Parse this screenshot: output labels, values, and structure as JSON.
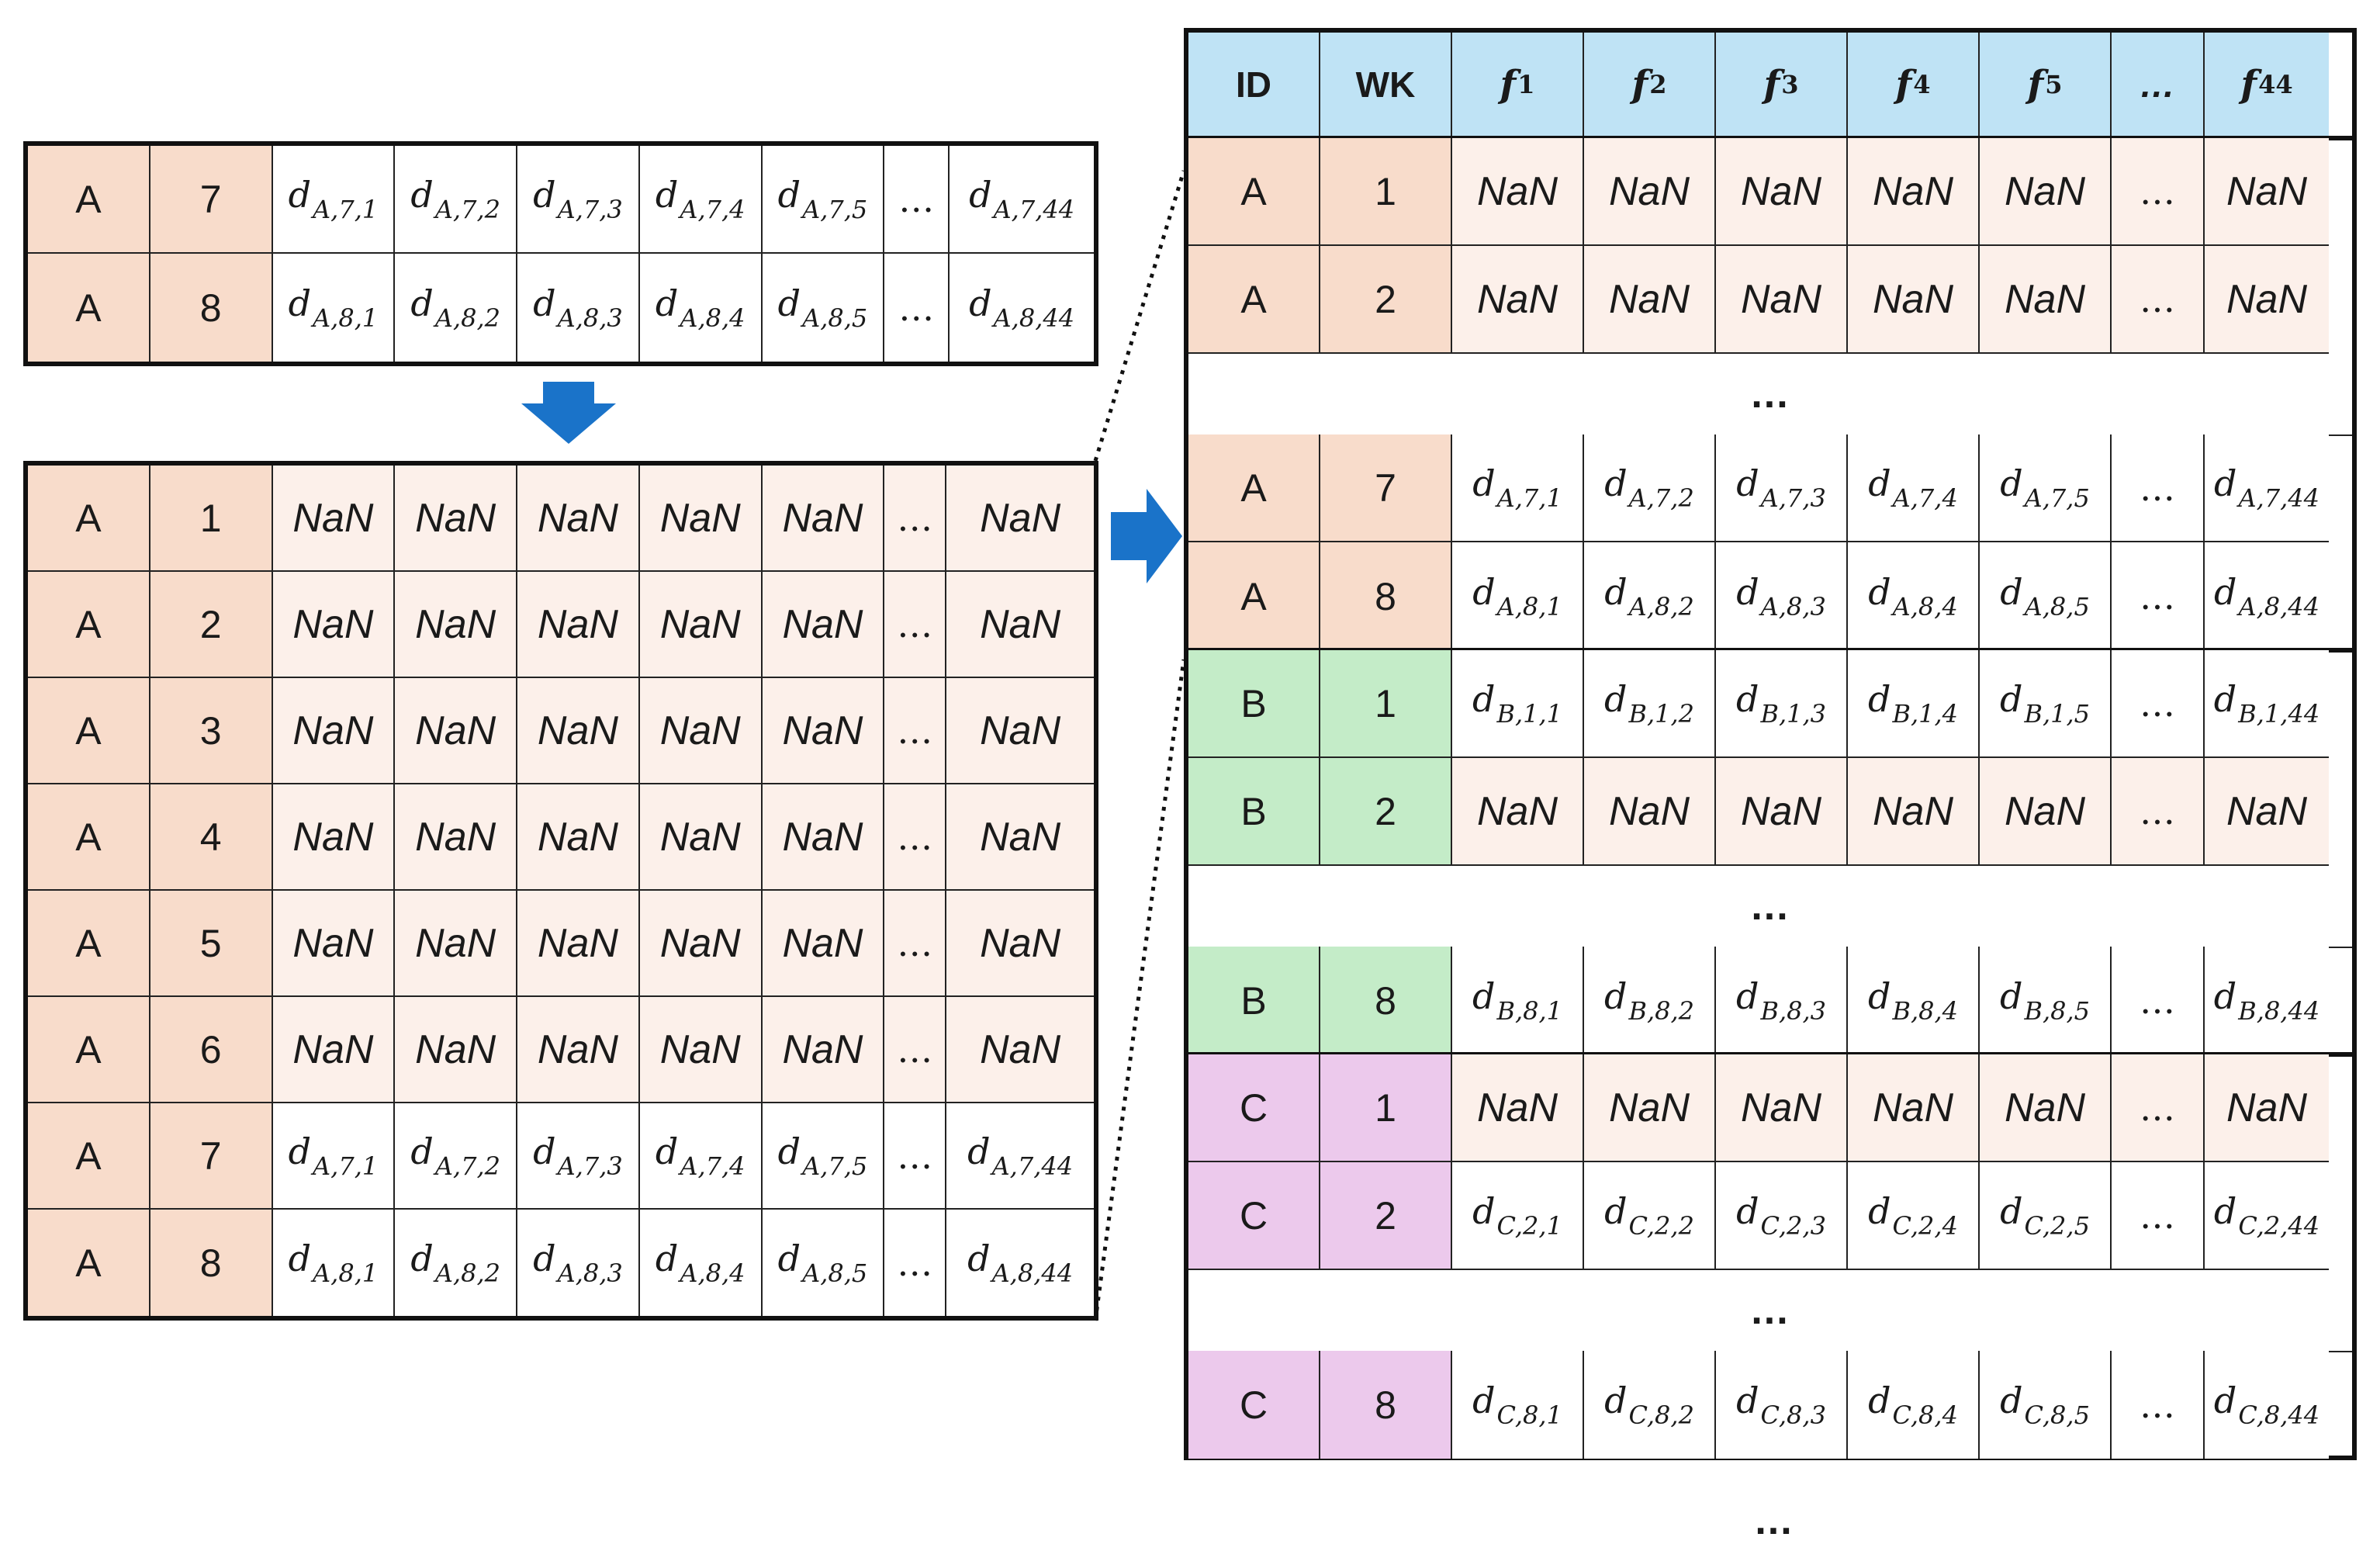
{
  "colors": {
    "A_key": "#f8dccb",
    "A_nan": "#fcf0ea",
    "B_key": "#c4ecc8",
    "C_key": "#ecc9ec",
    "header": "#bfe3f5",
    "arrow": "#1a73c9",
    "border": "#111111"
  },
  "top_table": {
    "rows": [
      {
        "id": "A",
        "wk": "7",
        "cells": [
          {
            "kind": "d",
            "base": "d",
            "sub": "A,7,1"
          },
          {
            "kind": "d",
            "base": "d",
            "sub": "A,7,2"
          },
          {
            "kind": "d",
            "base": "d",
            "sub": "A,7,3"
          },
          {
            "kind": "d",
            "base": "d",
            "sub": "A,7,4"
          },
          {
            "kind": "d",
            "base": "d",
            "sub": "A,7,5"
          },
          {
            "kind": "e",
            "text": "…"
          },
          {
            "kind": "d",
            "base": "d",
            "sub": "A,7,44"
          }
        ]
      },
      {
        "id": "A",
        "wk": "8",
        "cells": [
          {
            "kind": "d",
            "base": "d",
            "sub": "A,8,1"
          },
          {
            "kind": "d",
            "base": "d",
            "sub": "A,8,2"
          },
          {
            "kind": "d",
            "base": "d",
            "sub": "A,8,3"
          },
          {
            "kind": "d",
            "base": "d",
            "sub": "A,8,4"
          },
          {
            "kind": "d",
            "base": "d",
            "sub": "A,8,5"
          },
          {
            "kind": "e",
            "text": "…"
          },
          {
            "kind": "d",
            "base": "d",
            "sub": "A,8,44"
          }
        ]
      }
    ]
  },
  "mid_table": {
    "rows": [
      {
        "id": "A",
        "wk": "1",
        "nan": true
      },
      {
        "id": "A",
        "wk": "2",
        "nan": true
      },
      {
        "id": "A",
        "wk": "3",
        "nan": true
      },
      {
        "id": "A",
        "wk": "4",
        "nan": true
      },
      {
        "id": "A",
        "wk": "5",
        "nan": true
      },
      {
        "id": "A",
        "wk": "6",
        "nan": true
      },
      {
        "id": "A",
        "wk": "7",
        "nan": false,
        "cells": [
          {
            "kind": "d",
            "base": "d",
            "sub": "A,7,1"
          },
          {
            "kind": "d",
            "base": "d",
            "sub": "A,7,2"
          },
          {
            "kind": "d",
            "base": "d",
            "sub": "A,7,3"
          },
          {
            "kind": "d",
            "base": "d",
            "sub": "A,7,4"
          },
          {
            "kind": "d",
            "base": "d",
            "sub": "A,7,5"
          },
          {
            "kind": "e",
            "text": "…"
          },
          {
            "kind": "d",
            "base": "d",
            "sub": "A,7,44"
          }
        ]
      },
      {
        "id": "A",
        "wk": "8",
        "nan": false,
        "cells": [
          {
            "kind": "d",
            "base": "d",
            "sub": "A,8,1"
          },
          {
            "kind": "d",
            "base": "d",
            "sub": "A,8,2"
          },
          {
            "kind": "d",
            "base": "d",
            "sub": "A,8,3"
          },
          {
            "kind": "d",
            "base": "d",
            "sub": "A,8,4"
          },
          {
            "kind": "d",
            "base": "d",
            "sub": "A,8,5"
          },
          {
            "kind": "e",
            "text": "…"
          },
          {
            "kind": "d",
            "base": "d",
            "sub": "A,8,44"
          }
        ]
      }
    ]
  },
  "nan_label": "NaN",
  "ellipsis": "…",
  "gap_dots": "...",
  "right_table": {
    "header": {
      "id": "ID",
      "wk": "WK",
      "features": [
        {
          "base": "f",
          "sub": "1"
        },
        {
          "base": "f",
          "sub": "2"
        },
        {
          "base": "f",
          "sub": "3"
        },
        {
          "base": "f",
          "sub": "4"
        },
        {
          "base": "f",
          "sub": "5"
        },
        {
          "base": "…",
          "sub": ""
        },
        {
          "base": "f",
          "sub": "44"
        }
      ]
    },
    "blocks": [
      {
        "group": "A",
        "rows": [
          {
            "type": "data",
            "id": "A",
            "wk": "1",
            "nan": true
          },
          {
            "type": "data",
            "id": "A",
            "wk": "2",
            "nan": true
          },
          {
            "type": "gap"
          },
          {
            "type": "data",
            "id": "A",
            "wk": "7",
            "nan": false,
            "cells": [
              {
                "kind": "d",
                "base": "d",
                "sub": "A,7,1"
              },
              {
                "kind": "d",
                "base": "d",
                "sub": "A,7,2"
              },
              {
                "kind": "d",
                "base": "d",
                "sub": "A,7,3"
              },
              {
                "kind": "d",
                "base": "d",
                "sub": "A,7,4"
              },
              {
                "kind": "d",
                "base": "d",
                "sub": "A,7,5"
              },
              {
                "kind": "e",
                "text": "…"
              },
              {
                "kind": "d",
                "base": "d",
                "sub": "A,7,44"
              }
            ]
          },
          {
            "type": "data",
            "id": "A",
            "wk": "8",
            "nan": false,
            "cells": [
              {
                "kind": "d",
                "base": "d",
                "sub": "A,8,1"
              },
              {
                "kind": "d",
                "base": "d",
                "sub": "A,8,2"
              },
              {
                "kind": "d",
                "base": "d",
                "sub": "A,8,3"
              },
              {
                "kind": "d",
                "base": "d",
                "sub": "A,8,4"
              },
              {
                "kind": "d",
                "base": "d",
                "sub": "A,8,5"
              },
              {
                "kind": "e",
                "text": "…"
              },
              {
                "kind": "d",
                "base": "d",
                "sub": "A,8,44"
              }
            ]
          }
        ]
      },
      {
        "group": "B",
        "rows": [
          {
            "type": "data",
            "id": "B",
            "wk": "1",
            "nan": false,
            "cells": [
              {
                "kind": "d",
                "base": "d",
                "sub": "B,1,1"
              },
              {
                "kind": "d",
                "base": "d",
                "sub": "B,1,2"
              },
              {
                "kind": "d",
                "base": "d",
                "sub": "B,1,3"
              },
              {
                "kind": "d",
                "base": "d",
                "sub": "B,1,4"
              },
              {
                "kind": "d",
                "base": "d",
                "sub": "B,1,5"
              },
              {
                "kind": "e",
                "text": "…"
              },
              {
                "kind": "d",
                "base": "d",
                "sub": "B,1,44"
              }
            ]
          },
          {
            "type": "data",
            "id": "B",
            "wk": "2",
            "nan": true
          },
          {
            "type": "gap"
          },
          {
            "type": "data",
            "id": "B",
            "wk": "8",
            "nan": false,
            "cells": [
              {
                "kind": "d",
                "base": "d",
                "sub": "B,8,1"
              },
              {
                "kind": "d",
                "base": "d",
                "sub": "B,8,2"
              },
              {
                "kind": "d",
                "base": "d",
                "sub": "B,8,3"
              },
              {
                "kind": "d",
                "base": "d",
                "sub": "B,8,4"
              },
              {
                "kind": "d",
                "base": "d",
                "sub": "B,8,5"
              },
              {
                "kind": "e",
                "text": "…"
              },
              {
                "kind": "d",
                "base": "d",
                "sub": "B,8,44"
              }
            ]
          }
        ]
      },
      {
        "group": "C",
        "rows": [
          {
            "type": "data",
            "id": "C",
            "wk": "1",
            "nan": true
          },
          {
            "type": "data",
            "id": "C",
            "wk": "2",
            "nan": false,
            "cells": [
              {
                "kind": "d",
                "base": "d",
                "sub": "C,2,1"
              },
              {
                "kind": "d",
                "base": "d",
                "sub": "C,2,2"
              },
              {
                "kind": "d",
                "base": "d",
                "sub": "C,2,3"
              },
              {
                "kind": "d",
                "base": "d",
                "sub": "C,2,4"
              },
              {
                "kind": "d",
                "base": "d",
                "sub": "C,2,5"
              },
              {
                "kind": "e",
                "text": "…"
              },
              {
                "kind": "d",
                "base": "d",
                "sub": "C,2,44"
              }
            ]
          },
          {
            "type": "gap"
          },
          {
            "type": "data",
            "id": "C",
            "wk": "8",
            "nan": false,
            "cells": [
              {
                "kind": "d",
                "base": "d",
                "sub": "C,8,1"
              },
              {
                "kind": "d",
                "base": "d",
                "sub": "C,8,2"
              },
              {
                "kind": "d",
                "base": "d",
                "sub": "C,8,3"
              },
              {
                "kind": "d",
                "base": "d",
                "sub": "C,8,4"
              },
              {
                "kind": "d",
                "base": "d",
                "sub": "C,8,5"
              },
              {
                "kind": "e",
                "text": "…"
              },
              {
                "kind": "d",
                "base": "d",
                "sub": "C,8,44"
              }
            ]
          }
        ]
      }
    ],
    "trailing_dots": "..."
  }
}
